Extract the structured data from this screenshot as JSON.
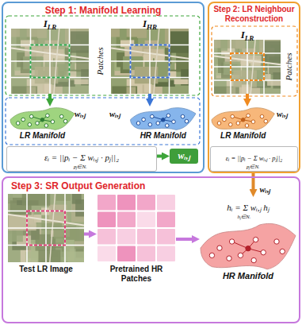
{
  "diagram": {
    "nodes": [
      {
        "text": [
          "Step 1: Manifold Learning"
        ]
      },
      {
        "text": [
          "I",
          "LR"
        ],
        "in": 0
      },
      {
        "text": [
          "I",
          "HR"
        ],
        "in": 0
      },
      {
        "text": [
          "LR Manifold"
        ],
        "in": 0
      },
      {
        "text": [
          "HR Manifold"
        ],
        "in": 0
      },
      {
        "text": [
          "εᵢ = ||pᵢ − Σ wᵢ,ⱼ · pⱼ||₂",
          "pⱼ∈Nᵢ"
        ],
        "in": 0
      },
      {
        "text": [
          "wᵢ,ⱼ"
        ],
        "in": 0
      },
      {
        "text": [
          "Step 2: LR Neighbour Reconstruction"
        ]
      },
      {
        "text": [
          "I",
          "LR"
        ],
        "in": 7
      },
      {
        "text": [
          "LR Manifold"
        ],
        "in": 7
      },
      {
        "text": [
          "εᵢ = ||pᵢ − Σ wᵢ,ⱼ · pⱼ||₂",
          "pⱼ∈Nᵢ"
        ],
        "in": 7
      },
      {
        "text": [
          "Step 3: SR Output Generation"
        ]
      },
      {
        "text": [
          "Test LR Image"
        ],
        "in": 11
      },
      {
        "text": [
          "Pretrained HR Patches"
        ],
        "in": 11
      },
      {
        "text": [
          "hᵢ = Σ wᵢ,ⱼ hⱼ",
          "hⱼ∈Nᵢ",
          "HR Manifold"
        ],
        "in": 11
      }
    ],
    "edges": [
      {
        "from": 1,
        "to": 3,
        "arrow": "to"
      },
      {
        "from": 2,
        "to": 4,
        "arrow": "to"
      },
      {
        "from": 5,
        "to": 6,
        "arrow": "to"
      },
      {
        "from": 8,
        "to": 9,
        "arrow": "to"
      },
      {
        "from": 10,
        "to": 14,
        "label": "wᵢ,ⱼ",
        "arrow": "to"
      },
      {
        "from": 12,
        "to": 13,
        "arrow": "to"
      },
      {
        "from": 13,
        "to": 14,
        "arrow": "to"
      }
    ],
    "labels": [
      "Patches",
      "Patches",
      "wᵢ,ⱼ",
      "wᵢ,ⱼ",
      "wᵢ,ⱼ"
    ]
  }
}
